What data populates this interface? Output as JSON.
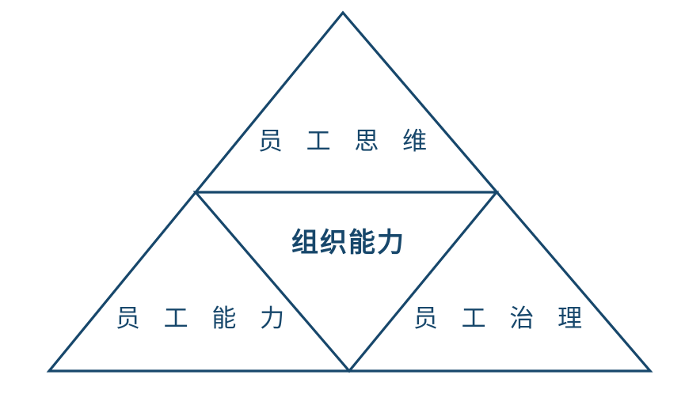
{
  "diagram": {
    "type": "pyramid-4-sections",
    "line_color": "#17476b",
    "text_color": "#17476b",
    "background_color": "#ffffff",
    "sections": {
      "top": {
        "label": "员 工 思 维"
      },
      "center": {
        "label": "组织能力"
      },
      "bottom_left": {
        "label": "员 工 能 力"
      },
      "bottom_right": {
        "label": "员 工 治 理"
      }
    }
  }
}
